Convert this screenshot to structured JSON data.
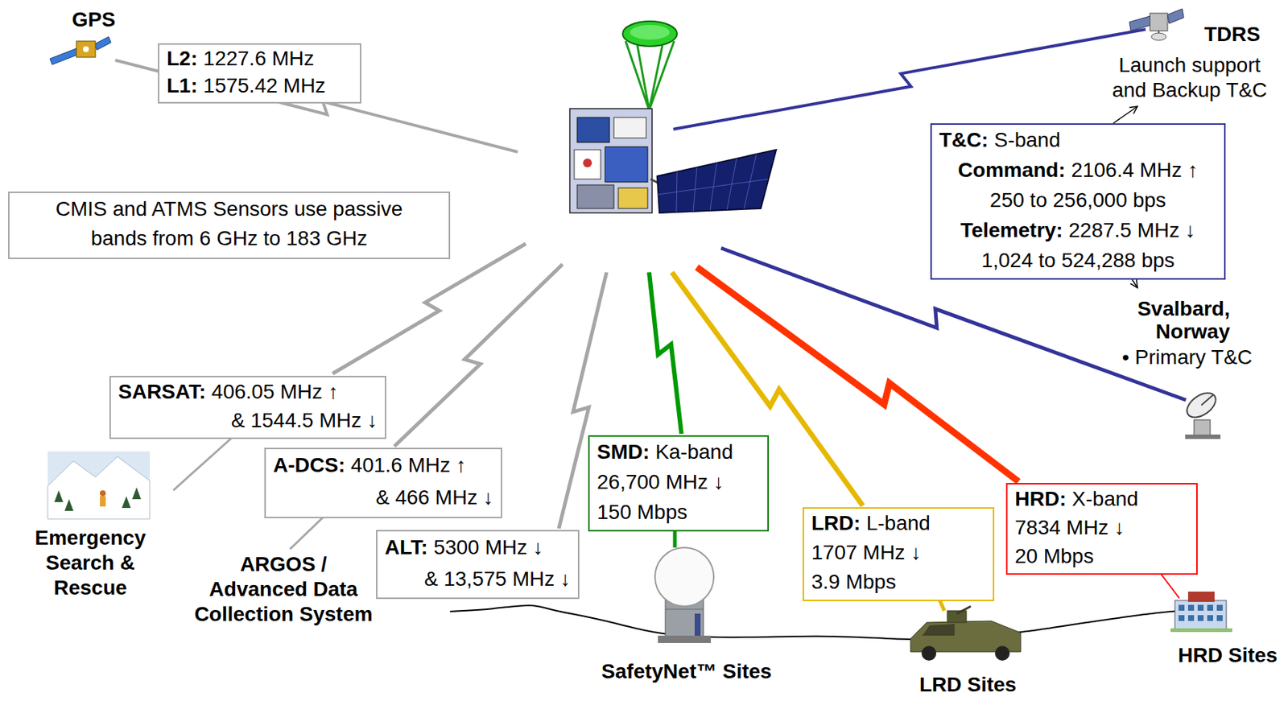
{
  "diagram": {
    "nodes": [
      {
        "text": [
          "L2:",
          "1227.6 MHz",
          "L1:",
          "1575.42 MHz"
        ]
      },
      {
        "text": [
          "CMIS and ATMS Sensors use passive bands from 6 GHz to 183 GHz"
        ]
      },
      {
        "text": [
          "T&C:",
          "S-band",
          "Command:",
          "2106.4 MHz",
          "↑",
          "250 to 256,000 bps",
          "Telemetry:",
          "2287.5 MHz",
          "↓",
          "1,024 to 524,288 bps"
        ]
      },
      {
        "text": [
          "SARSAT:",
          "406.05 MHz",
          "↑",
          "& 1544.5 MHz",
          "↓"
        ]
      },
      {
        "text": [
          "A-DCS:",
          "401.6 MHz",
          "↑",
          "& 466 MHz",
          "↓"
        ]
      },
      {
        "text": [
          "SMD:",
          "Ka-band",
          "26,700 MHz",
          "↓",
          "150 Mbps"
        ]
      },
      {
        "text": [
          "ALT:",
          "5300 MHz",
          "↓",
          "& 13,575 MHz",
          "↓"
        ]
      },
      {
        "text": [
          "LRD:",
          "L-band",
          "1707 MHz",
          "↓",
          "3.9 Mbps"
        ]
      },
      {
        "text": [
          "HRD:",
          "X-band",
          "7834 MHz",
          "↓",
          "20 Mbps"
        ]
      }
    ],
    "labels": [
      "GPS",
      "TDRS",
      "Launch support and Backup T&C",
      "Svalbard, Norway",
      "• Primary T&C",
      "Emergency Search & Rescue",
      "ARGOS / Advanced Data Collection System",
      "SafetyNet™ Sites",
      "LRD Sites",
      "HRD Sites"
    ]
  }
}
